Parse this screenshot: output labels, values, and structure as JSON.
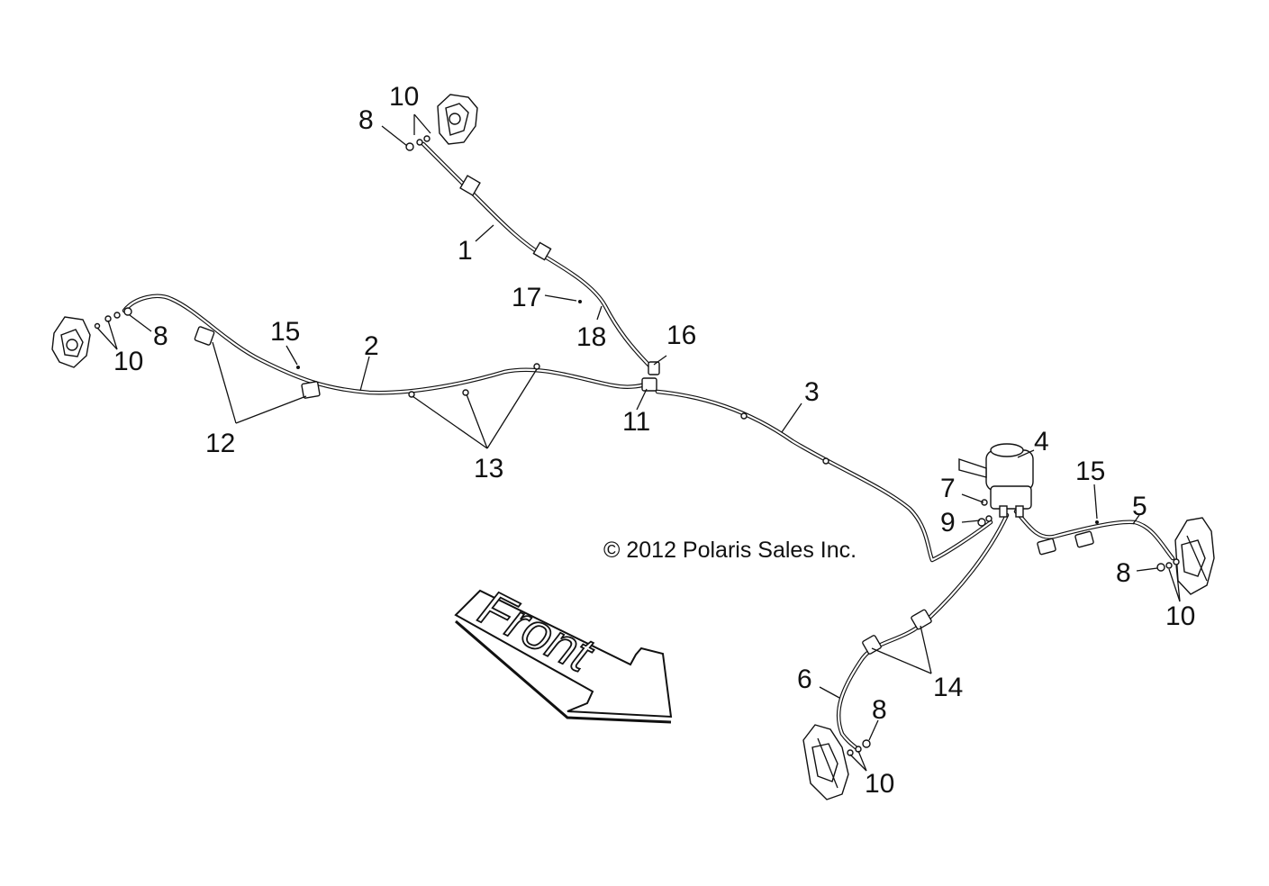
{
  "callouts": {
    "c1": "1",
    "c2": "2",
    "c3": "3",
    "c4": "4",
    "c5": "5",
    "c6": "6",
    "c7": "7",
    "c8a": "8",
    "c8b": "8",
    "c8c": "8",
    "c8d": "8",
    "c9": "9",
    "c10a": "10",
    "c10b": "10",
    "c10c": "10",
    "c10d": "10",
    "c11": "11",
    "c12": "12",
    "c13": "13",
    "c14": "14",
    "c15a": "15",
    "c15b": "15",
    "c16": "16",
    "c17": "17",
    "c18": "18"
  },
  "copyright": "© 2012 Polaris Sales Inc.",
  "front_arrow_label": "Front"
}
